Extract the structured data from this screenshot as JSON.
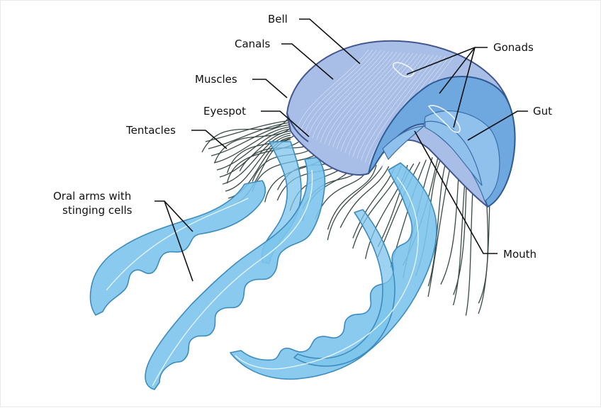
{
  "labels": {
    "bell": "Bell",
    "canals": "Canals",
    "muscles": "Muscles",
    "eyespot": "Eyespot",
    "tentacles": "Tentacles",
    "oral_arms_line1": "Oral arms with",
    "oral_arms_line2": "stinging cells",
    "gonads": "Gonads",
    "gut": "Gut",
    "mouth": "Mouth"
  },
  "colors": {
    "bell": "#a9bee6",
    "oral_arms": "#7cc4ec",
    "gut": "#6fa7df",
    "tentacles": "#384a46"
  }
}
